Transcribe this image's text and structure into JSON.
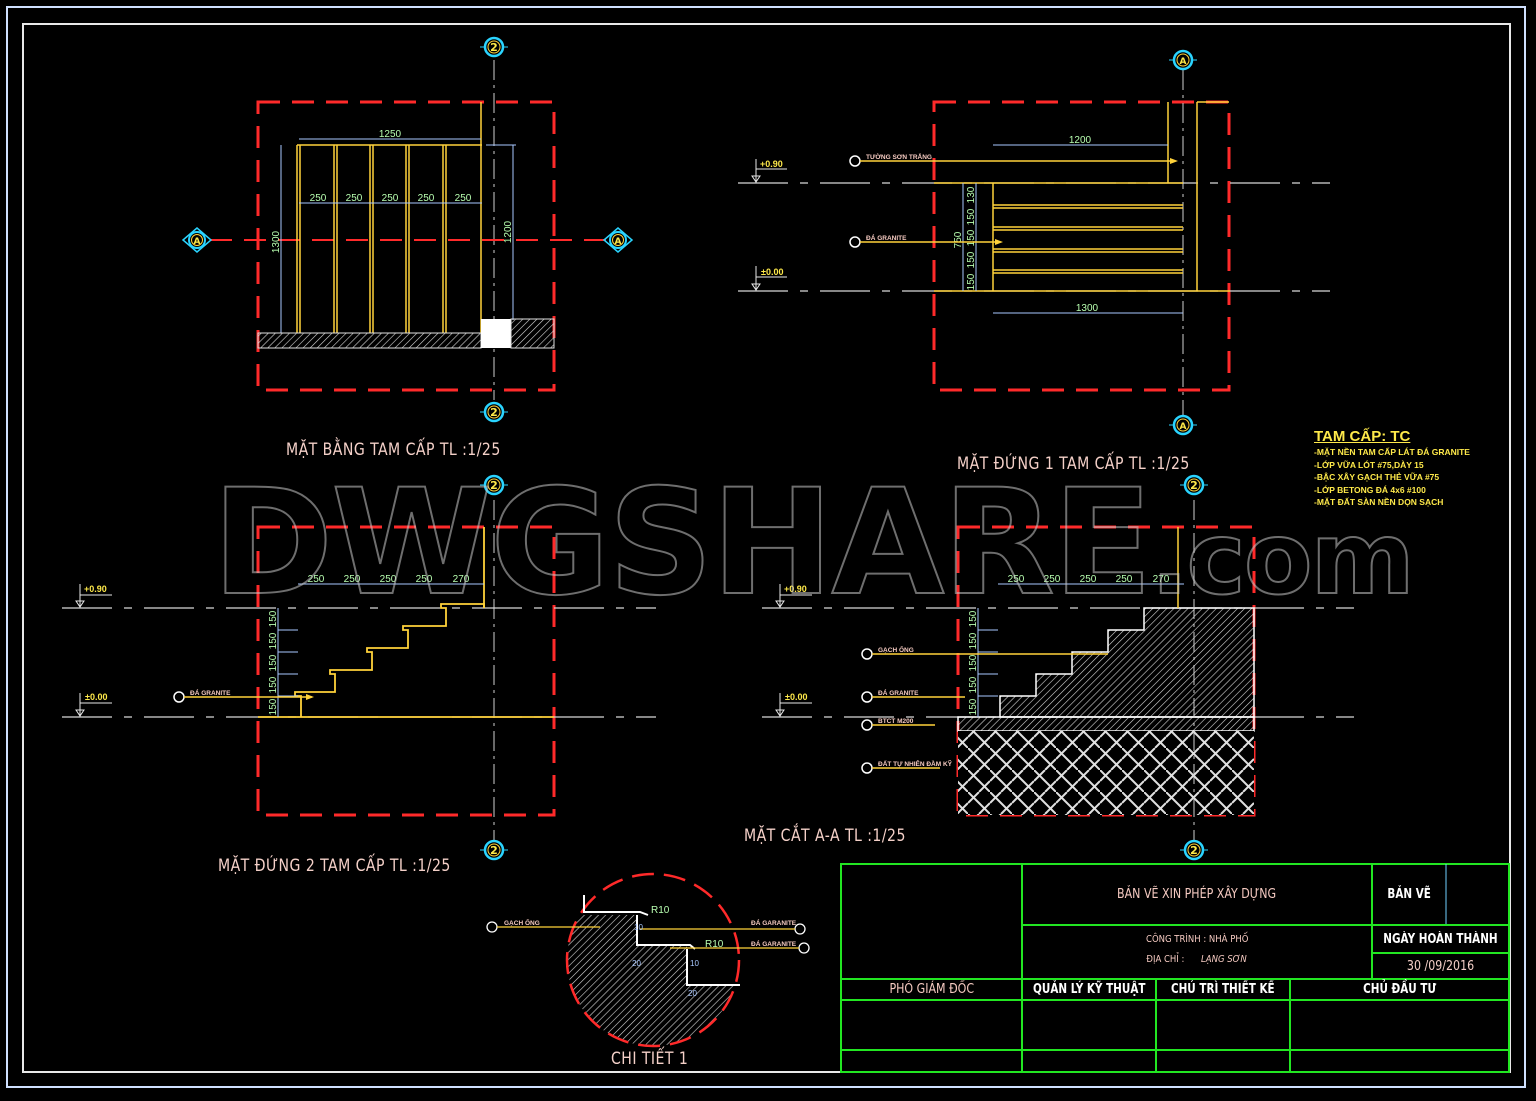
{
  "watermark": {
    "main": "DWGSHARE",
    "suffix": ".com"
  },
  "colors": {
    "background": "#000000",
    "frame": "#d8e4f0",
    "boundary_dashed": "#ff2a2a",
    "steps": "#ffd23a",
    "dimension": "#a8c8ff",
    "dim_text": "#b8ffb0",
    "title_text": "#f4d0c8",
    "legend_text": "#ffea4a",
    "title_block": "#22e622",
    "grid_bubble": "#2ad4ff"
  },
  "views": {
    "plan": {
      "title": "MẶT BẰNG TAM CẤP   TL :1/25",
      "dims_top": "1250",
      "dims_treads": [
        "250",
        "250",
        "250",
        "250",
        "250"
      ],
      "dim_left": "1300",
      "dim_right": "1200",
      "grid_top": "2",
      "grid_bottom": "2",
      "grid_left": "A",
      "grid_right": "A"
    },
    "elevation1": {
      "title": "MẶT ĐỨNG 1 TAM CẤP   TL :1/25",
      "dim_top": "1200",
      "dim_bottom": "1300",
      "dim_total": "750",
      "dims_risers": [
        "130",
        "150",
        "150",
        "150",
        "150"
      ],
      "level_top": "+0.90",
      "level_bottom": "±0.00",
      "callout_1": "TƯỜNG SƠN TRẮNG",
      "callout_2": "ĐÁ GRANITE",
      "grid_top": "A",
      "grid_bottom": "A"
    },
    "elevation2": {
      "title": "MẶT ĐỨNG 2 TAM CẤP   TL :1/25",
      "dims_treads": [
        "250",
        "250",
        "250",
        "250",
        "270"
      ],
      "dims_risers": [
        "150",
        "150",
        "150",
        "150",
        "150"
      ],
      "level_top": "+0.90",
      "level_bottom": "±0.00",
      "callout_1": "ĐÁ GRANITE",
      "grid_top": "2",
      "grid_bottom": "2"
    },
    "section": {
      "title": "MẶT CẮT A-A   TL :1/25",
      "dims_treads": [
        "250",
        "250",
        "250",
        "250",
        "270"
      ],
      "dims_risers": [
        "150",
        "150",
        "150",
        "150",
        "150"
      ],
      "level_top": "+0.90",
      "level_bottom": "±0.00",
      "callouts": [
        "GẠCH ỐNG",
        "ĐÁ GRANITE",
        "BTCT M200",
        "ĐẤT TỰ NHIÊN ĐẦM KỸ"
      ],
      "grid_top": "2",
      "grid_bottom": "2"
    },
    "detail": {
      "title": "CHI TIẾT 1",
      "callout_left": "GẠCH ỐNG",
      "callout_right_1": "ĐÁ GARANITE",
      "callout_right_2": "ĐÁ GARANITE",
      "radius_1": "R10",
      "radius_2": "R10",
      "dims": [
        "10",
        "20",
        "10",
        "20"
      ]
    }
  },
  "legend": {
    "title": "TAM CẤP: TC",
    "lines": [
      "-MẶT NỀN TAM CẤP LÁT ĐÁ GRANITE",
      "-LỚP VỮA LÓT #75,DÀY 15",
      "-BẬC XÂY GẠCH THẺ VỮA #75",
      "-LỚP BETONG ĐÁ 4x6 #100",
      "-MẶT ĐẤT SÀN NỀN DỌN SẠCH"
    ]
  },
  "title_block": {
    "drawing_type": "BẢN VẼ XIN PHÉP XÂY DỰNG",
    "project": "CÔNG TRÌNH : NHÀ PHỐ",
    "address_label": "ĐỊA CHỈ :",
    "address_value": "LẠNG SƠN",
    "sheet_label": "BẢN VẼ",
    "completion_label": "NGÀY HOÀN THÀNH",
    "completion_date": "30 /09/2016",
    "roles": [
      "PHÓ GIÁM ĐỐC",
      "QUẢN LÝ KỸ THUẬT",
      "CHỦ TRÌ THIẾT KẾ",
      "CHỦ ĐẦU TƯ"
    ]
  }
}
